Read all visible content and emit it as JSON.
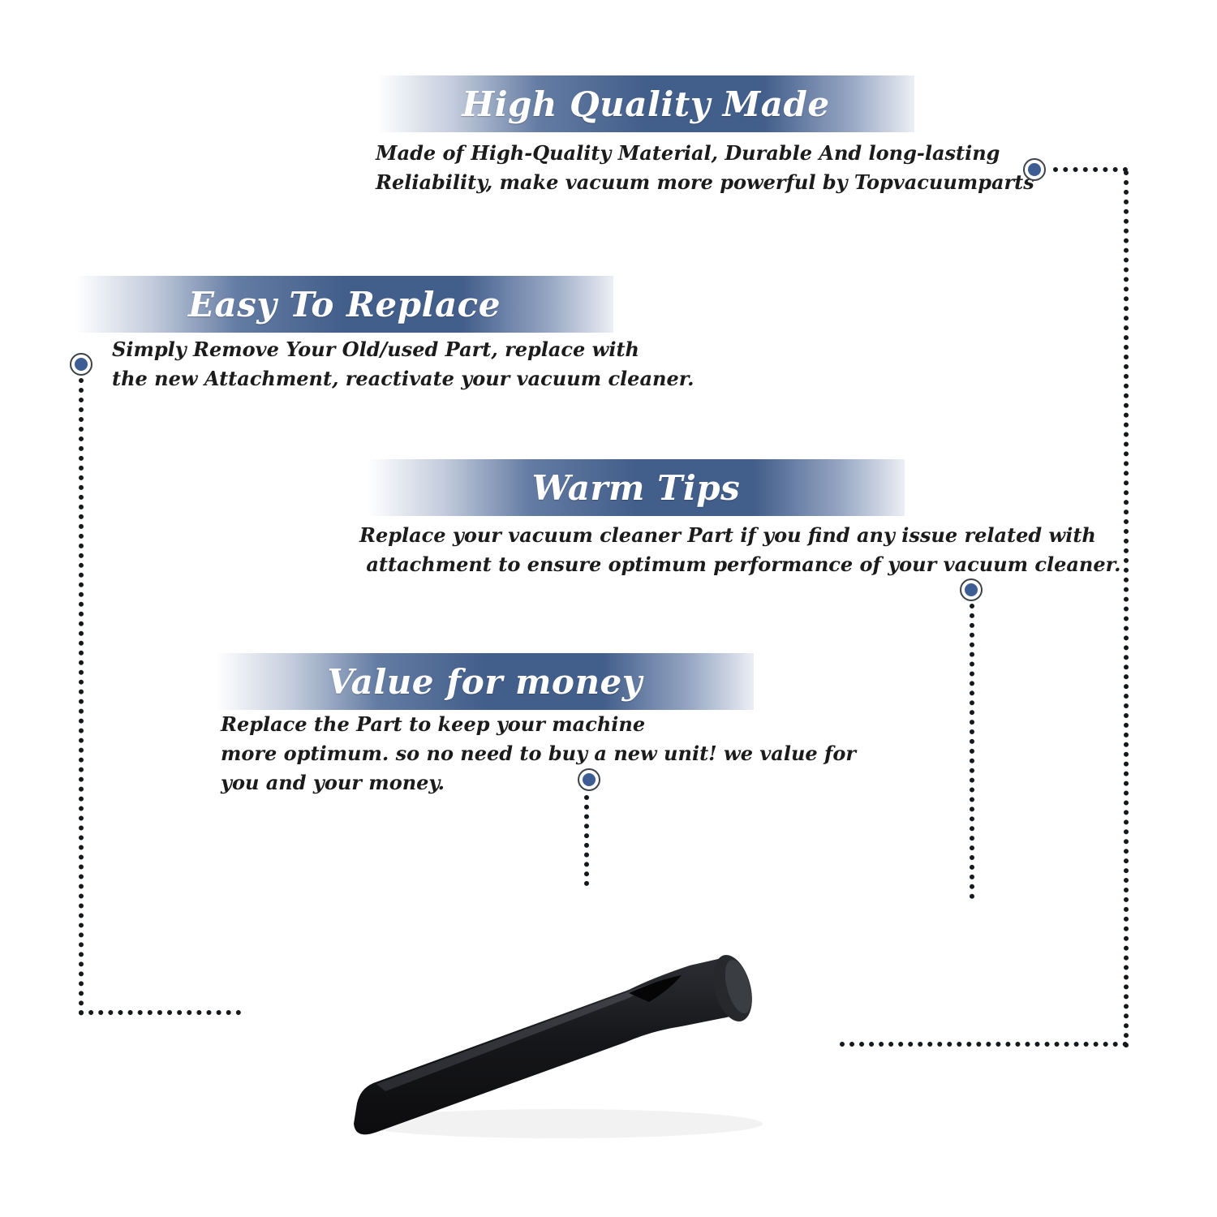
{
  "features": [
    {
      "title": "High Quality Made",
      "lines": [
        "Made of  High-Quality Material, Durable And long-lasting",
        "Reliability, make vacuum more powerful by Topvacuumparts"
      ]
    },
    {
      "title": "Easy To Replace",
      "lines": [
        "Simply Remove Your Old/used Part, replace with",
        "the new Attachment, reactivate your vacuum cleaner."
      ]
    },
    {
      "title": "Warm Tips",
      "lines": [
        "Replace your vacuum cleaner Part if you find any issue related with",
        " attachment to ensure optimum performance of your vacuum cleaner."
      ]
    },
    {
      "title": "Value for money",
      "lines": [
        "Replace the Part to keep your machine",
        "more optimum. so no need to buy a new unit! we value for",
        "you and your money."
      ]
    }
  ],
  "colors": {
    "banner_blue": "#425e8b",
    "marker_blue": "#3e5d92",
    "dot_line": "#15181c",
    "product": "#1e1f22"
  },
  "product_image": "crevice-tool-attachment"
}
